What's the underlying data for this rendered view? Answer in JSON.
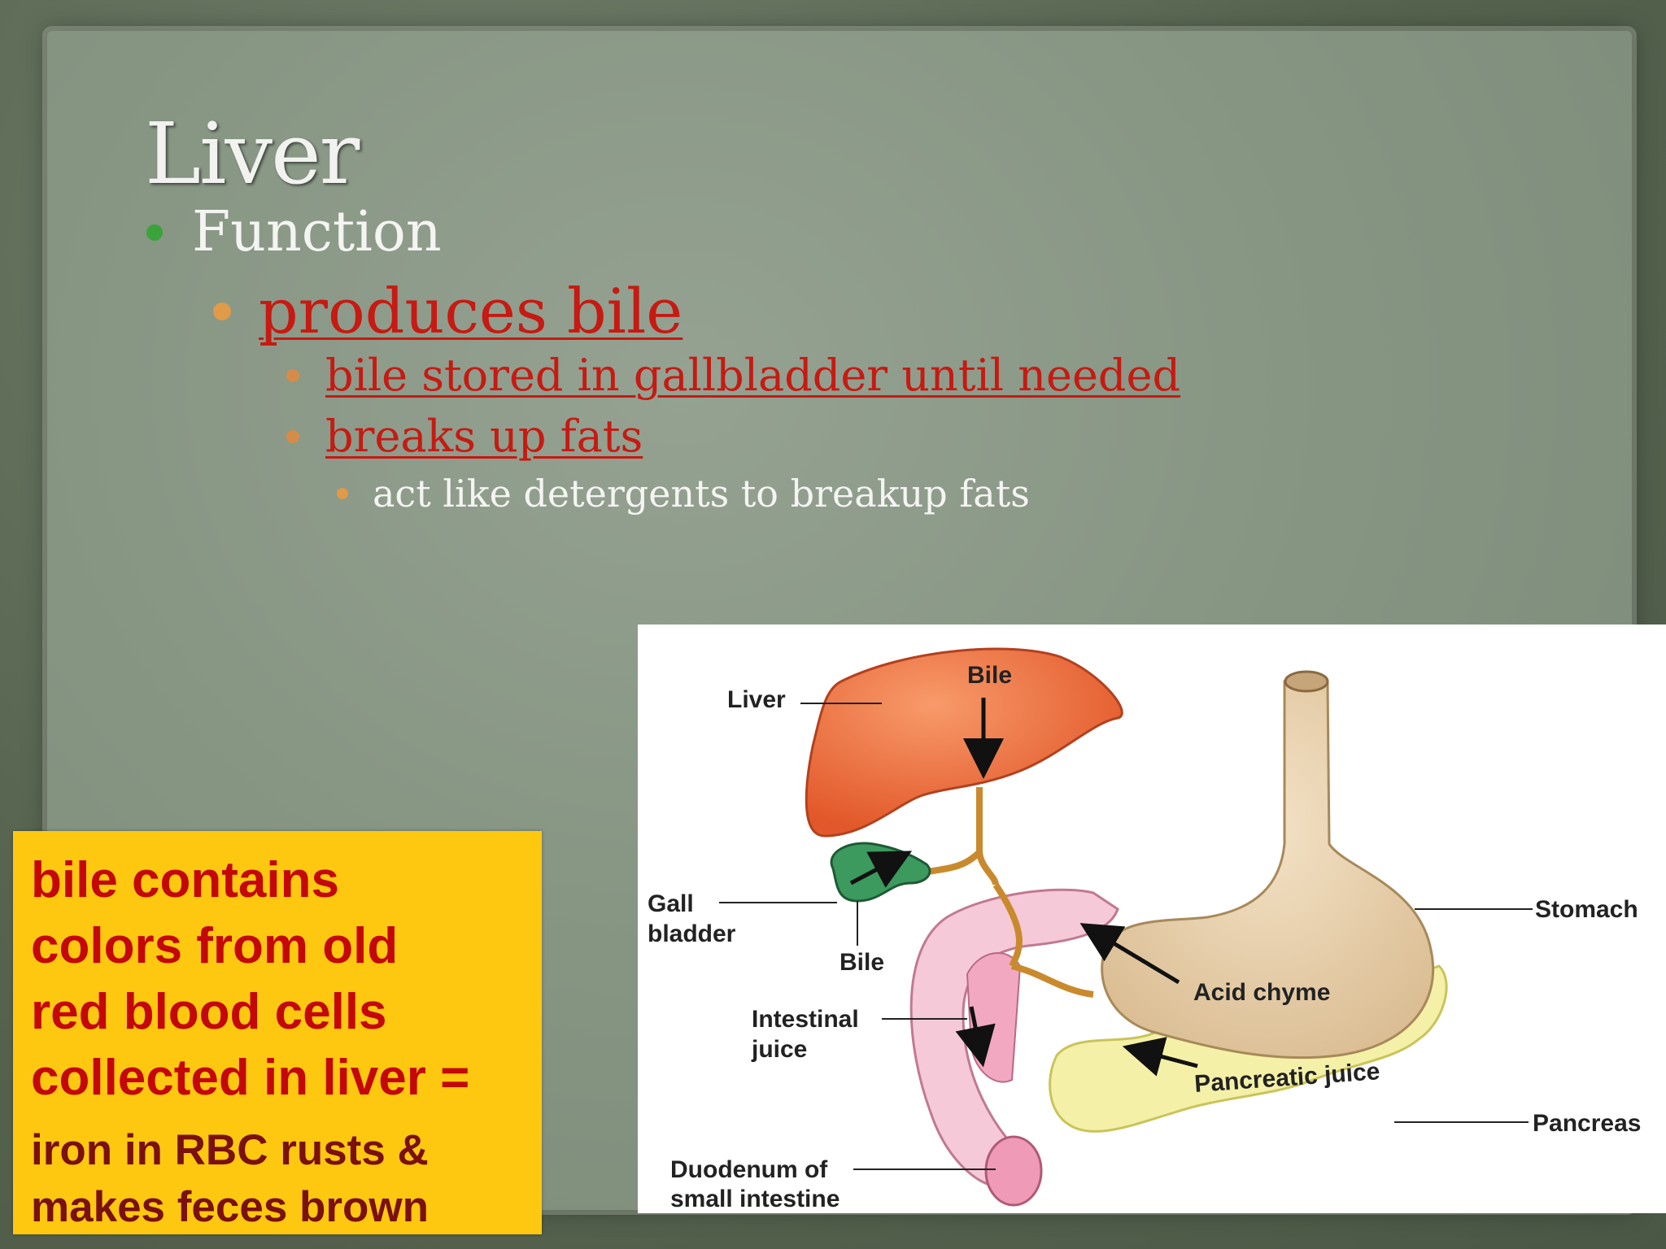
{
  "slide": {
    "title": "Liver",
    "bullets": {
      "level1": "Function",
      "level2": "produces bile",
      "level3": [
        "bile stored in gallbladder until needed",
        "breaks up fats"
      ],
      "level4": "act like detergents to breakup fats"
    },
    "note_box": {
      "lines_large": [
        "bile contains",
        "colors from old",
        "red blood cells",
        "collected in liver ="
      ],
      "lines_small": [
        "iron in RBC rusts &",
        "makes feces brown"
      ]
    }
  },
  "diagram": {
    "labels": {
      "liver": "Liver",
      "bile_top": "Bile",
      "gall_bladder_1": "Gall",
      "gall_bladder_2": "bladder",
      "bile_bottom": "Bile",
      "intestinal_1": "Intestinal",
      "intestinal_2": "juice",
      "duodenum_1": "Duodenum of",
      "duodenum_2": "small intestine",
      "stomach": "Stomach",
      "acid_chyme": "Acid chyme",
      "pancreatic_juice": "Pancreatic juice",
      "pancreas": "Pancreas"
    },
    "colors": {
      "liver": "#ec6a3a",
      "gallbladder": "#3c9a5e",
      "stomach": "#e2c9a2",
      "duodenum": "#f5c6d6",
      "pancreas": "#f3f0a6",
      "bile_duct": "#c98a2e"
    }
  }
}
